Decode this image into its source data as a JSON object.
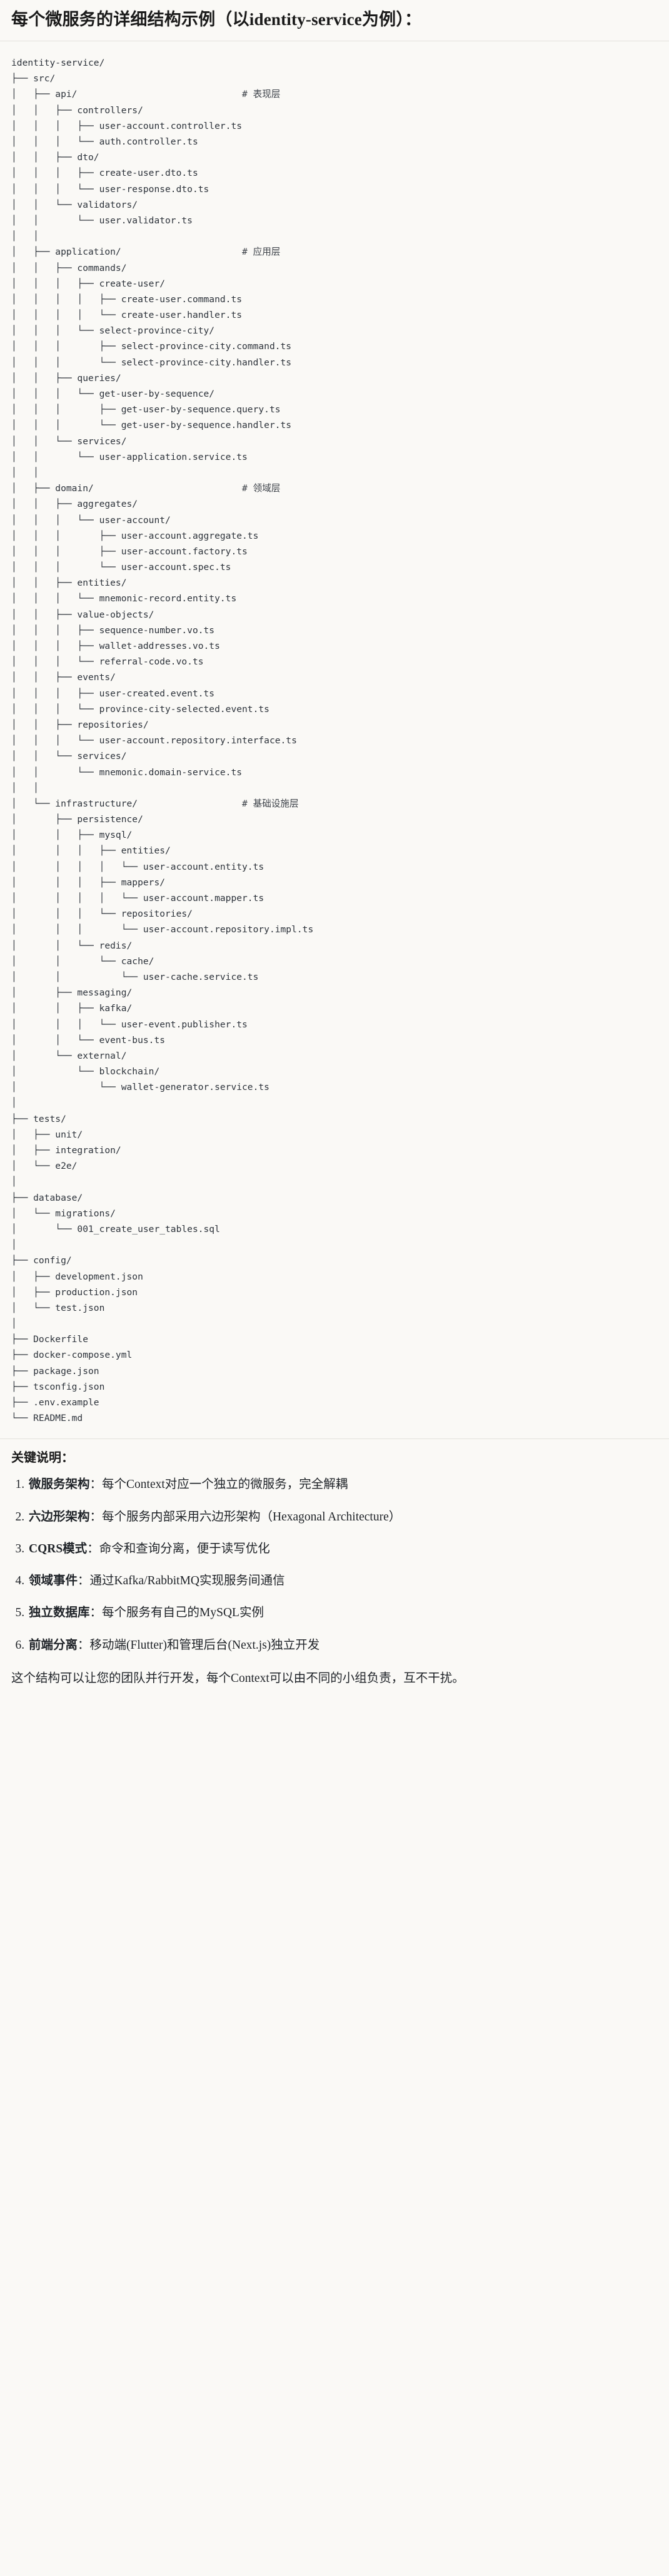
{
  "document": {
    "title": "每个微服务的详细结构示例（以identity-service为例）：",
    "notes_title": "关键说明：",
    "closing": "这个结构可以让您的团队并行开发，每个Context可以由不同的小组负责，互不干扰。"
  },
  "tree": {
    "root": "identity-service/",
    "comments": {
      "api": "# 表现层",
      "application": "# 应用层",
      "domain": "# 领域层",
      "infrastructure": "# 基础设施层"
    },
    "lines": [
      "identity-service/",
      "├── src/",
      "│   ├── api/                              # 表现层",
      "│   │   ├── controllers/",
      "│   │   │   ├── user-account.controller.ts",
      "│   │   │   └── auth.controller.ts",
      "│   │   ├── dto/",
      "│   │   │   ├── create-user.dto.ts",
      "│   │   │   └── user-response.dto.ts",
      "│   │   └── validators/",
      "│   │       └── user.validator.ts",
      "│   │",
      "│   ├── application/                      # 应用层",
      "│   │   ├── commands/",
      "│   │   │   ├── create-user/",
      "│   │   │   │   ├── create-user.command.ts",
      "│   │   │   │   └── create-user.handler.ts",
      "│   │   │   └── select-province-city/",
      "│   │   │       ├── select-province-city.command.ts",
      "│   │   │       └── select-province-city.handler.ts",
      "│   │   ├── queries/",
      "│   │   │   └── get-user-by-sequence/",
      "│   │   │       ├── get-user-by-sequence.query.ts",
      "│   │   │       └── get-user-by-sequence.handler.ts",
      "│   │   └── services/",
      "│   │       └── user-application.service.ts",
      "│   │",
      "│   ├── domain/                           # 领域层",
      "│   │   ├── aggregates/",
      "│   │   │   └── user-account/",
      "│   │   │       ├── user-account.aggregate.ts",
      "│   │   │       ├── user-account.factory.ts",
      "│   │   │       └── user-account.spec.ts",
      "│   │   ├── entities/",
      "│   │   │   └── mnemonic-record.entity.ts",
      "│   │   ├── value-objects/",
      "│   │   │   ├── sequence-number.vo.ts",
      "│   │   │   ├── wallet-addresses.vo.ts",
      "│   │   │   └── referral-code.vo.ts",
      "│   │   ├── events/",
      "│   │   │   ├── user-created.event.ts",
      "│   │   │   └── province-city-selected.event.ts",
      "│   │   ├── repositories/",
      "│   │   │   └── user-account.repository.interface.ts",
      "│   │   └── services/",
      "│   │       └── mnemonic.domain-service.ts",
      "│   │",
      "│   └── infrastructure/                   # 基础设施层",
      "│       ├── persistence/",
      "│       │   ├── mysql/",
      "│       │   │   ├── entities/",
      "│       │   │   │   └── user-account.entity.ts",
      "│       │   │   ├── mappers/",
      "│       │   │   │   └── user-account.mapper.ts",
      "│       │   │   └── repositories/",
      "│       │   │       └── user-account.repository.impl.ts",
      "│       │   └── redis/",
      "│       │       └── cache/",
      "│       │           └── user-cache.service.ts",
      "│       ├── messaging/",
      "│       │   ├── kafka/",
      "│       │   │   └── user-event.publisher.ts",
      "│       │   └── event-bus.ts",
      "│       └── external/",
      "│           └── blockchain/",
      "│               └── wallet-generator.service.ts",
      "│",
      "├── tests/",
      "│   ├── unit/",
      "│   ├── integration/",
      "│   └── e2e/",
      "│",
      "├── database/",
      "│   └── migrations/",
      "│       └── 001_create_user_tables.sql",
      "│",
      "├── config/",
      "│   ├── development.json",
      "│   ├── production.json",
      "│   └── test.json",
      "│",
      "├── Dockerfile",
      "├── docker-compose.yml",
      "├── package.json",
      "├── tsconfig.json",
      "├── .env.example",
      "└── README.md"
    ]
  },
  "points": [
    {
      "term": "微服务架构",
      "sep": "：",
      "desc": "每个Context对应一个独立的微服务，完全解耦"
    },
    {
      "term": "六边形架构",
      "sep": "：",
      "desc": "每个服务内部采用六边形架构（Hexagonal Architecture）"
    },
    {
      "term": "CQRS模式",
      "sep": "：",
      "desc": "命令和查询分离，便于读写优化"
    },
    {
      "term": "领域事件",
      "sep": "：",
      "desc": "通过Kafka/RabbitMQ实现服务间通信"
    },
    {
      "term": "独立数据库",
      "sep": "：",
      "desc": "每个服务有自己的MySQL实例"
    },
    {
      "term": "前端分离",
      "sep": "：",
      "desc": "移动端(Flutter)和管理后台(Next.js)独立开发"
    }
  ]
}
